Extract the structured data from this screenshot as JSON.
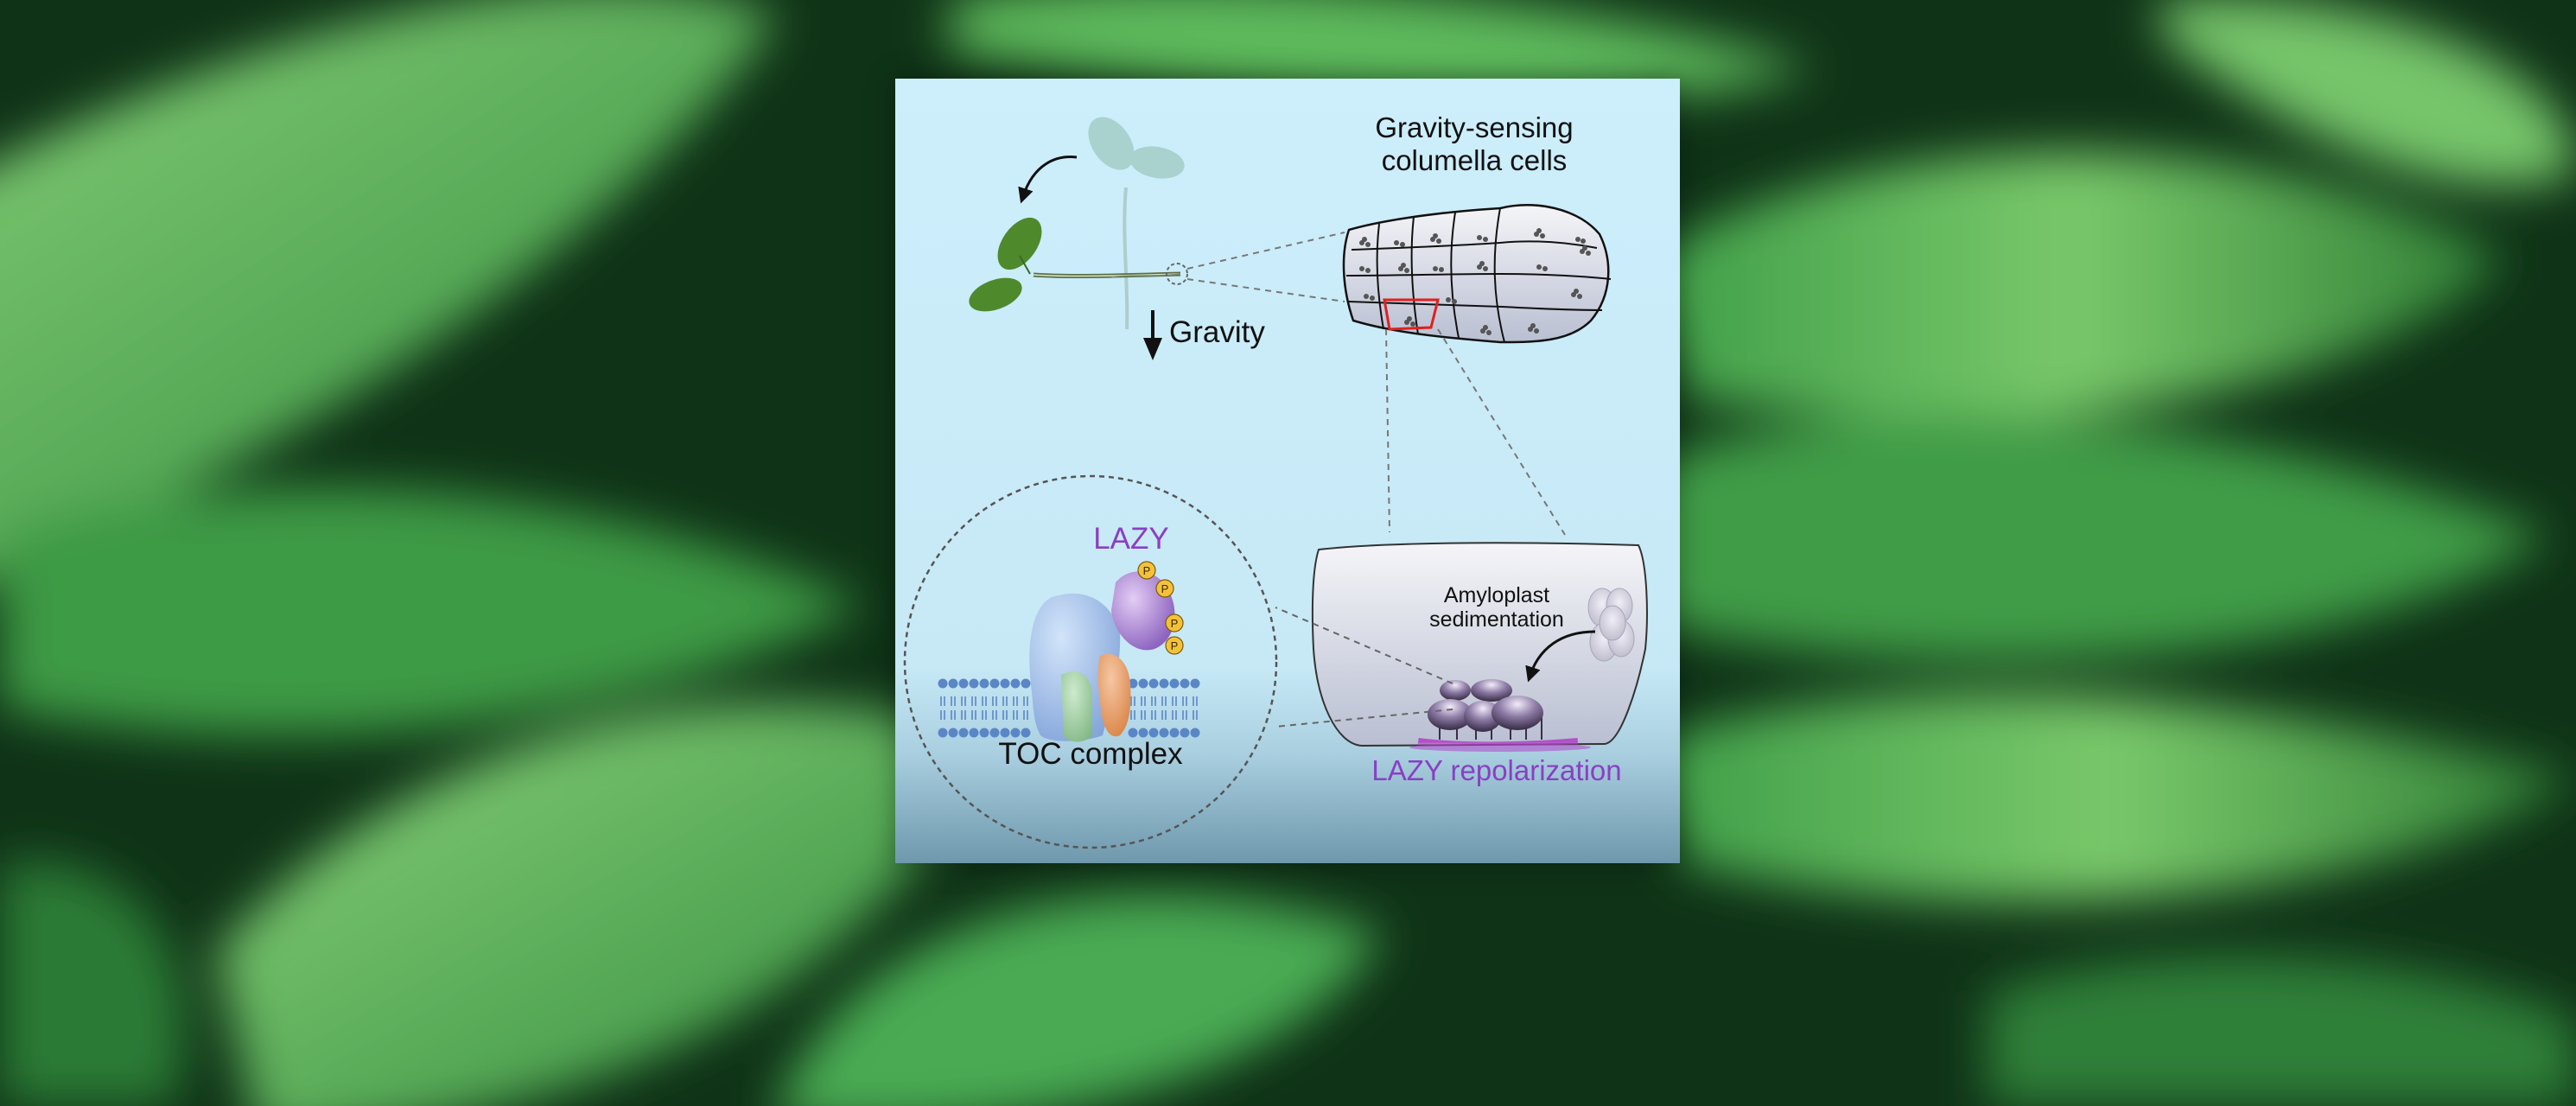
{
  "labels": {
    "gravity": "Gravity",
    "columella_line1": "Gravity-sensing",
    "columella_line2": "columella cells",
    "lazy": "LAZY",
    "phospho": "P",
    "toc_complex": "TOC complex",
    "amyloplast_line1": "Amyloplast",
    "amyloplast_line2": "sedimentation",
    "lazy_repolarization": "LAZY repolarization"
  },
  "colors": {
    "panel_top": "#cdeefb",
    "panel_bottom": "#6f98ac",
    "lazy_text": "#8a3fc4",
    "leaf_green": "#4e8a2c",
    "red_highlight": "#e02020",
    "membrane_blue": "#5b86c6",
    "background_leaves": "#3f9a46"
  },
  "icons": {
    "seedling": "seedling-icon",
    "gravity_arrow": "arrow-down-icon",
    "rotation_arrow": "curved-arrow-icon"
  }
}
